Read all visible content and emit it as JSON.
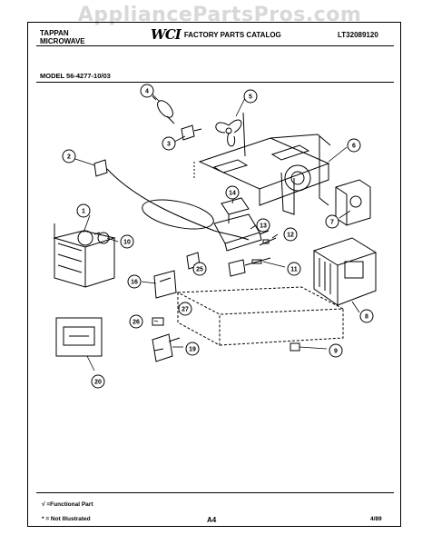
{
  "watermark": "AppliancePartsPros.com",
  "header": {
    "brand_line1": "TAPPAN",
    "brand_line2": "MICROWAVE",
    "logo_text": "WCI",
    "catalog_title": "FACTORY PARTS CATALOG",
    "catalog_number": "LT32089120"
  },
  "model_label": "MODEL 56-4277-10/03",
  "callouts": [
    "1",
    "2",
    "3",
    "4",
    "5",
    "6",
    "7",
    "8",
    "9",
    "10",
    "11",
    "12",
    "13",
    "14",
    "16",
    "19",
    "20",
    "25",
    "26",
    "27"
  ],
  "footer": {
    "functional_note": "√ =Functional Part",
    "not_illustrated_note": "* = Not Illustrated",
    "page": "A4",
    "date": "4/89"
  }
}
